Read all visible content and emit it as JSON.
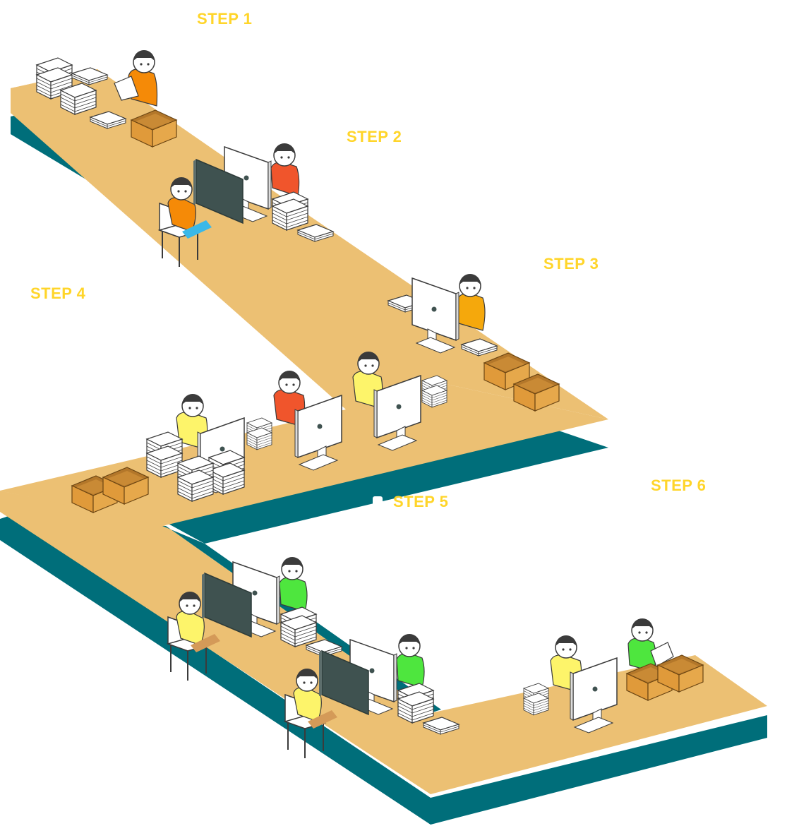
{
  "steps": [
    {
      "label": "STEP 1"
    },
    {
      "label": "STEP 2"
    },
    {
      "label": "STEP 3"
    },
    {
      "label": "STEP 4"
    },
    {
      "label": "STEP 5"
    },
    {
      "label": "STEP 6"
    }
  ],
  "colors": {
    "table_top": "#ecc073",
    "table_side": "#006e7a",
    "label": "#ffd52a",
    "shirt_orange": "#f58a07",
    "shirt_red": "#f0552c",
    "shirt_yellow": "#fdf46a",
    "shirt_green": "#4ee63e",
    "box": "#e09a3a",
    "screen_dark": "#3f5250",
    "outline": "#3b3b3b"
  },
  "icons": [
    "worker-icon",
    "monitor-icon",
    "paper-stack-icon",
    "cardboard-box-icon",
    "chair-icon",
    "book-icon"
  ]
}
